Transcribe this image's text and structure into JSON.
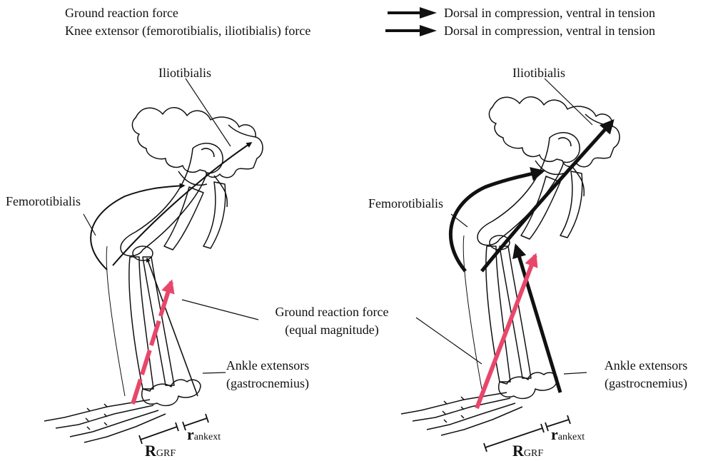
{
  "legend": [
    {
      "label": "Ground reaction force",
      "description": "Dorsal in compression, ventral in tension"
    },
    {
      "label": "Knee extensor (femorotibialis, iliotibialis) force",
      "description": "Dorsal in compression, ventral in tension"
    }
  ],
  "left_panel": {
    "iliotibialis": "Iliotibialis",
    "femorotibialis": "Femorotibialis",
    "ankle_line1": "Ankle extensors",
    "ankle_line2": "(gastrocnemius)",
    "r_main": "r",
    "r_sub": "ankext",
    "R_main": "R",
    "R_sub": "GRF"
  },
  "right_panel": {
    "iliotibialis": "Iliotibialis",
    "femorotibialis": "Femorotibialis",
    "ankle_line1": "Ankle extensors",
    "ankle_line2": "(gastrocnemius)",
    "r_main": "r",
    "r_sub": "ankext",
    "R_main": "R",
    "R_sub": "GRF"
  },
  "shared": {
    "grf_line1": "Ground reaction force",
    "grf_line2": "(equal magnitude)"
  },
  "colors": {
    "grf_arrow": "#e8476a",
    "muscle_arrow": "#111111"
  }
}
